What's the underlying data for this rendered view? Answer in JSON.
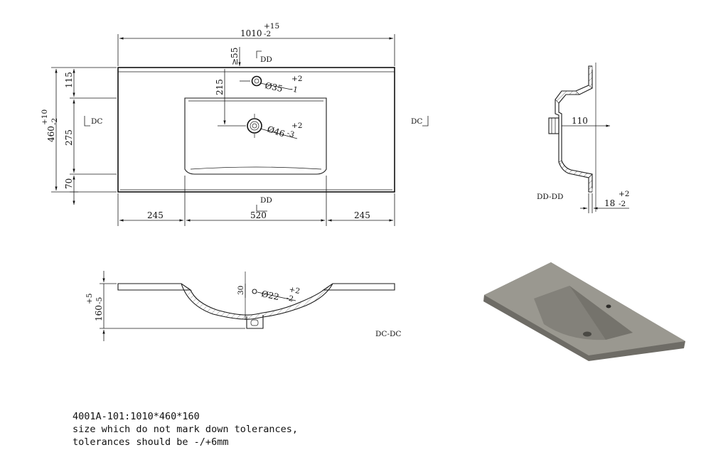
{
  "top_view": {
    "overall_width": "1010",
    "overall_width_tol_plus": "+15",
    "overall_width_tol_minus": "-2",
    "depth": "460",
    "depth_tol_plus": "+10",
    "depth_tol_minus": "-2",
    "dim_115": "115",
    "dim_275": "275",
    "dim_70": "70",
    "dim_215": "215",
    "dim_55": "≥55",
    "dim_left": "245",
    "dim_center": "520",
    "dim_right": "245",
    "tap_hole": "Ø35",
    "tap_hole_tol_plus": "+2",
    "tap_hole_tol_minus": "-1",
    "drain_hole": "Ø46",
    "drain_hole_tol_plus": "+2",
    "drain_hole_tol_minus": "-3",
    "section_dd_top": "DD",
    "section_dd_bottom": "DD",
    "section_dc_left": "DC",
    "section_dc_right": "DC"
  },
  "side_view_dd": {
    "label": "DD-DD",
    "dim_110": "110",
    "dim_18": "18",
    "dim_18_tol_plus": "+2",
    "dim_18_tol_minus": "-2"
  },
  "front_view_dc": {
    "label": "DC-DC",
    "height": "160",
    "height_tol_plus": "+5",
    "height_tol_minus": "-5",
    "dim_30": "30",
    "overflow_hole": "Ø22",
    "overflow_tol_plus": "+2",
    "overflow_tol_minus": "-2"
  },
  "notes": {
    "line1": "4001A-101:1010*460*160",
    "line2": "size which do not mark down tolerances,",
    "line3": "tolerances should be -/+6mm"
  },
  "colors": {
    "line": "#1a1a1a",
    "render_surface": "#9a9890",
    "render_edge": "#6e6c66",
    "render_basin": "#83817a"
  }
}
